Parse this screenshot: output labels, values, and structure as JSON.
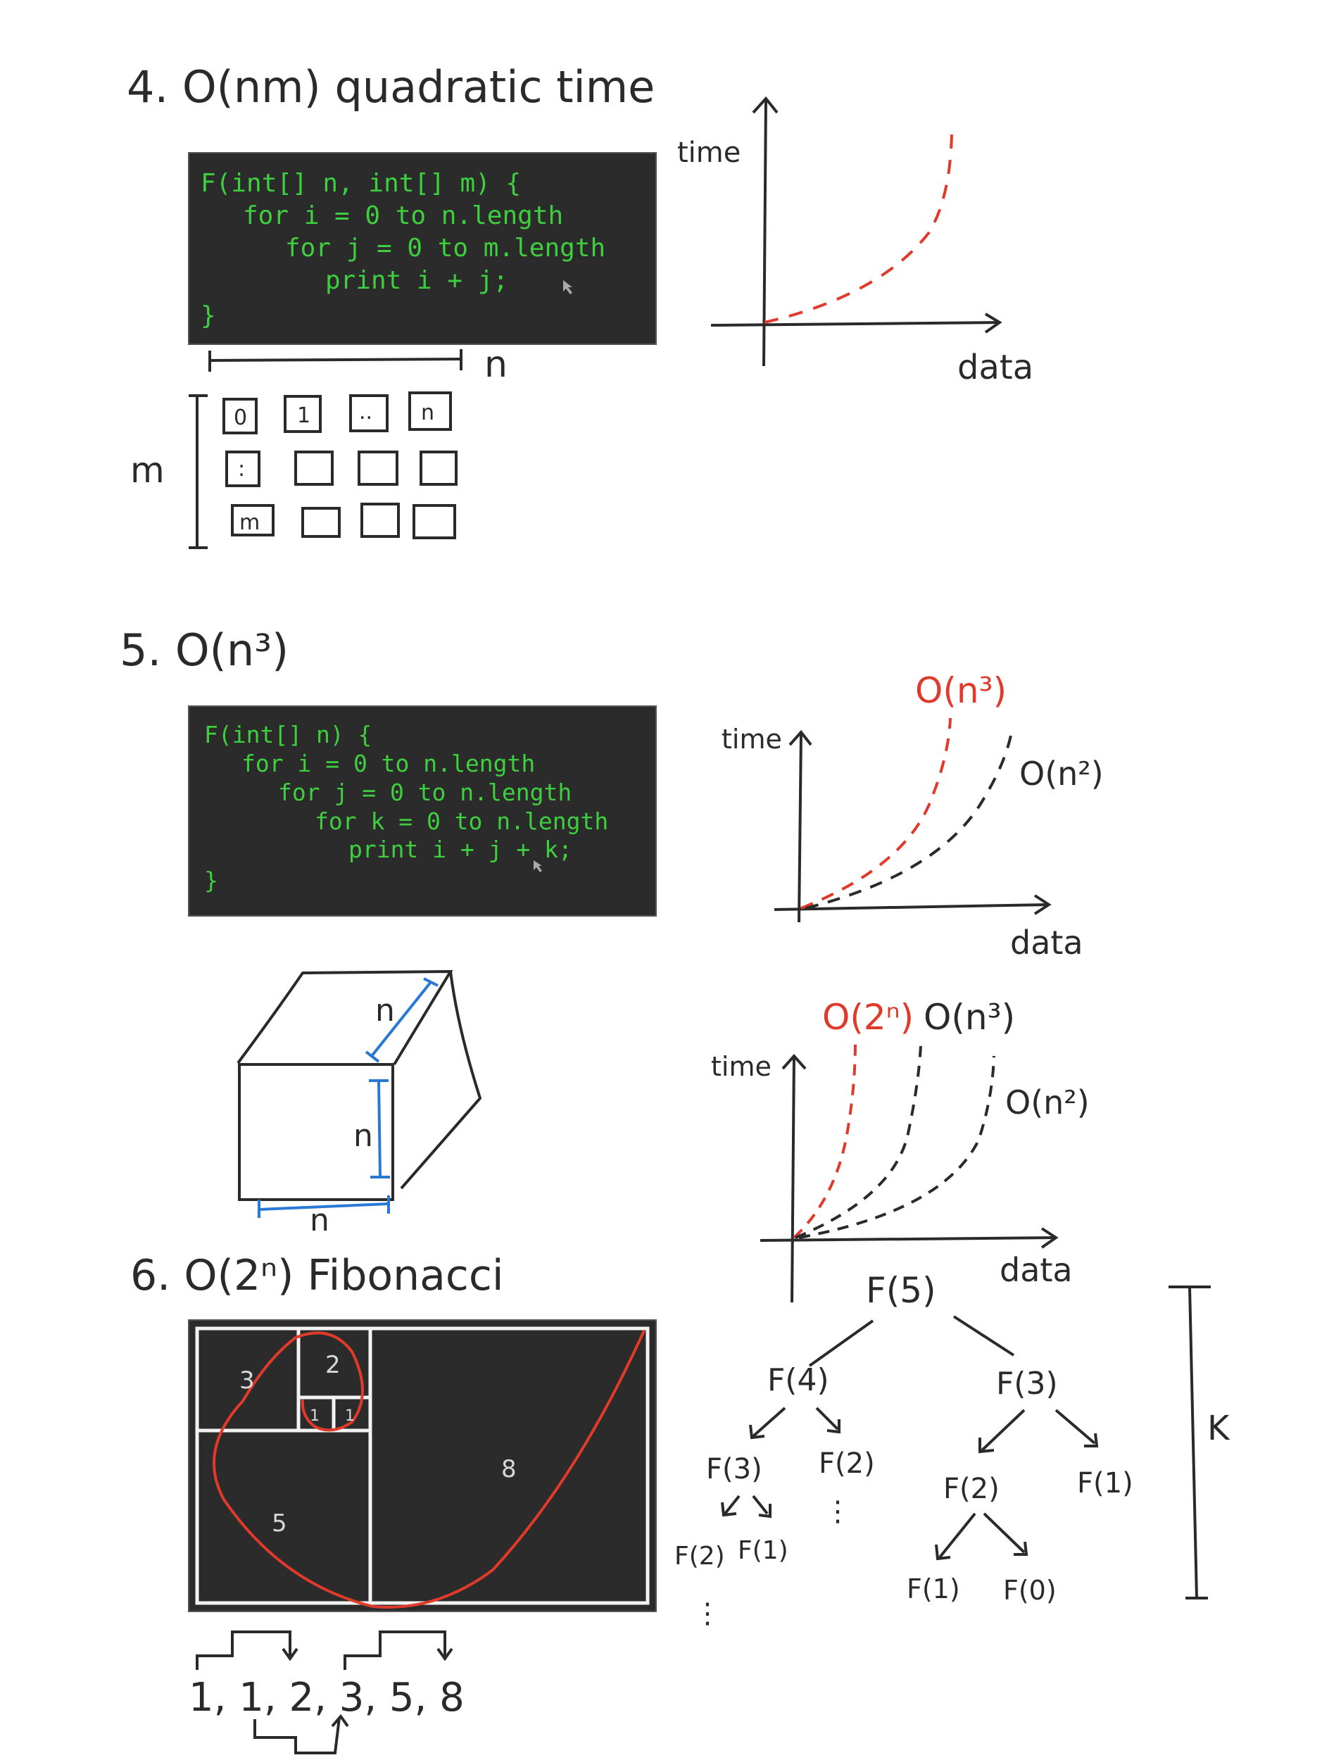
{
  "colors": {
    "ink": "#2a2a2a",
    "red": "#e03a2a",
    "blue": "#2a78d6",
    "code_green": "#3ecf3e",
    "board": "#2b2b2b"
  },
  "section4": {
    "heading": "4. O(nm) quadratic time",
    "code": [
      "F(int[] n, int[] m) {",
      "for i = 0 to n.length",
      "for j = 0 to m.length",
      "print i + j;",
      "}"
    ],
    "grid_n_label": "n",
    "grid_m_label": "m",
    "cells": [
      "0",
      "1",
      "..",
      "n",
      ":",
      "m"
    ],
    "graph": {
      "ylabel": "time",
      "xlabel": "data"
    }
  },
  "section5": {
    "heading": "5. O(n³)",
    "code": [
      "F(int[] n) {",
      "for i = 0 to n.length",
      "for j = 0 to n.length",
      "for k = 0 to n.length",
      "print i + j + k;",
      "}"
    ],
    "cube_label_depth": "n",
    "cube_label_height": "n",
    "cube_label_width": "n",
    "graph": {
      "ylabel": "time",
      "xlabel": "data",
      "curve_red": "O(n³)",
      "curve_black": "O(n²)"
    },
    "graph2": {
      "ylabel": "time",
      "xlabel": "data",
      "curve_red": "O(2ⁿ)",
      "curve_mid": "O(n³)",
      "curve_black": "O(n²)"
    }
  },
  "section6": {
    "heading": "6. O(2ⁿ) Fibonacci",
    "spiral_labels": [
      "3",
      "2",
      "1",
      "1",
      "5",
      "8"
    ],
    "sequence": "1, 1, 2, 3, 5, 8",
    "tree": {
      "root": "F(5)",
      "n4": "F(4)",
      "n3r": "F(3)",
      "n3l": "F(3)",
      "n2a": "F(2)",
      "n2b": "F(2)",
      "n1r": "F(1)",
      "n2c": "F(2)",
      "n1c": "F(1)",
      "n1d": "F(1)",
      "n0": "F(0)",
      "dots": "⋮",
      "height_label": "K"
    }
  }
}
